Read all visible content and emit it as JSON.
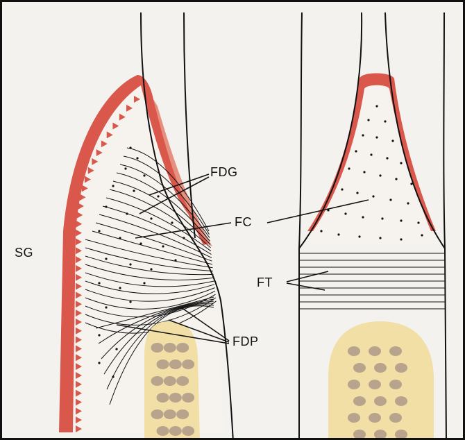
{
  "labels": {
    "sg": "SG",
    "fdg": "FDG",
    "fc": "FC",
    "ft": "FT",
    "fdp": "FDP"
  },
  "colors": {
    "paper": "#f3f2ef",
    "gingiva_red": "#d9574b",
    "gingiva_light": "#e8907f",
    "bone_yellow": "#f2dfa6",
    "bone_marrow": "#b8a48c",
    "ink": "#111111"
  }
}
